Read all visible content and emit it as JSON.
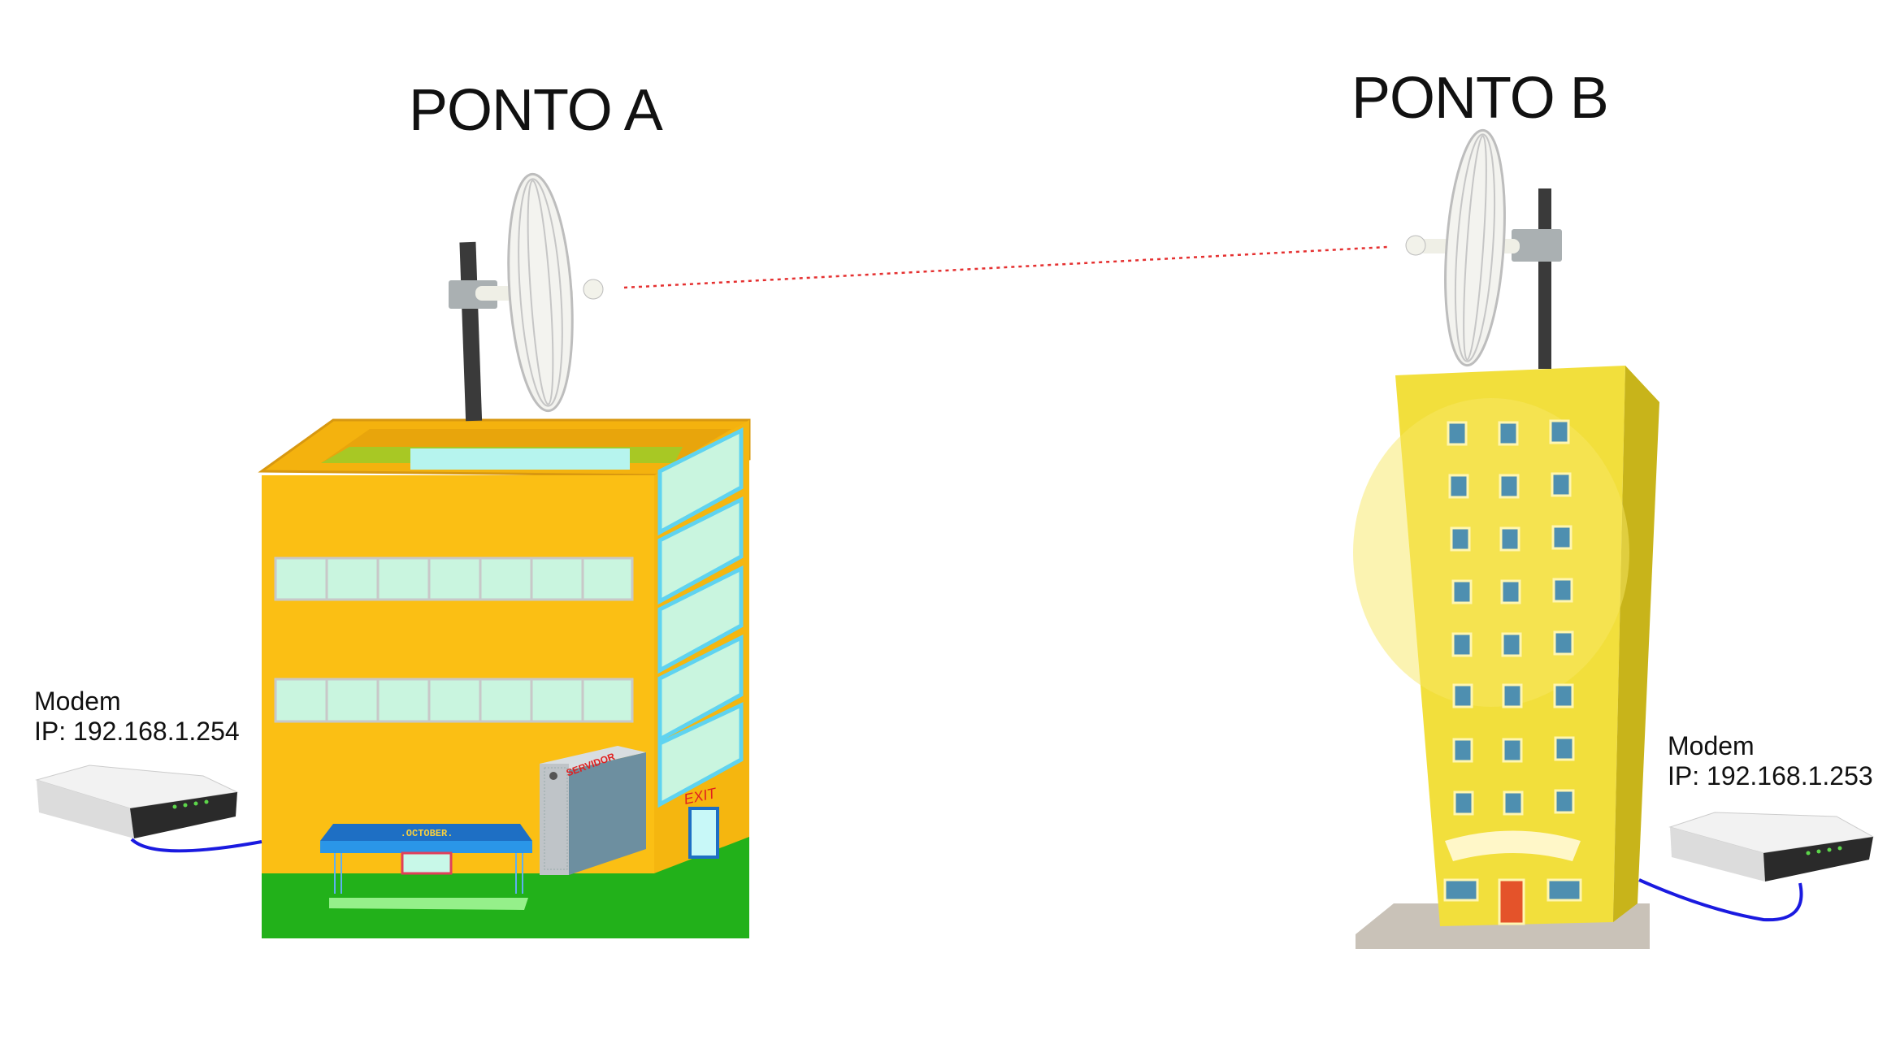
{
  "points": {
    "a": {
      "title": "PONTO A",
      "modem_label": "Modem",
      "modem_ip": "IP: 192.168.1.254",
      "server_label": "SERVIDOR",
      "exit_sign": "EXIT",
      "canopy_sign": ".OCTOBER."
    },
    "b": {
      "title": "PONTO B",
      "modem_label": "Modem",
      "modem_ip": "IP: 192.168.1.253"
    }
  },
  "colors": {
    "link_line": "#e53030",
    "cable": "#1a1ae0",
    "building_a": "#fbbd12",
    "building_b": "#f2dc3a",
    "grass": "#22b11a"
  }
}
